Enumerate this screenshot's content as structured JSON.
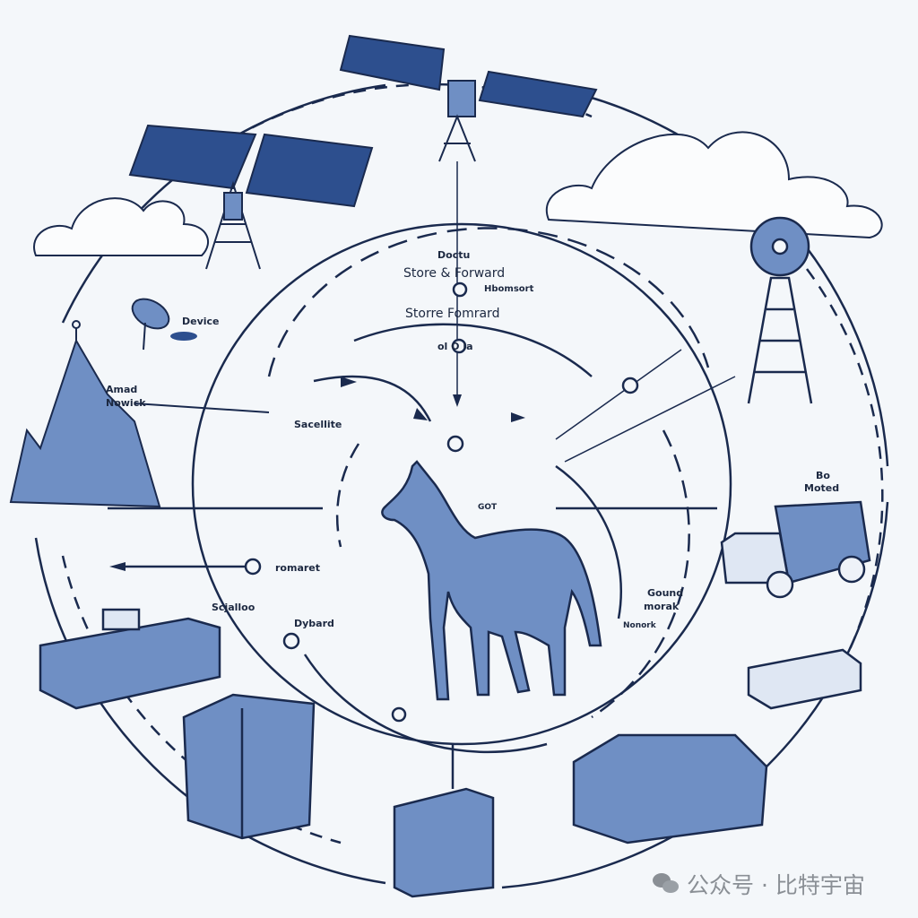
{
  "labels": {
    "doctu": "Doctu",
    "store_forward_1": "Store & Forward",
    "hbomsort": "Hbomsort",
    "store_forward_2": "Storre Fomrard",
    "center_code": "ol O la",
    "device": "Device",
    "amad_network_1": "Amad",
    "amad_network_2": "Nowick",
    "satellite": "Sacellite",
    "romaret": "romaret",
    "scjalloo": "Scjalloo",
    "dybard": "Dybard",
    "got": "GOT",
    "bo_moted_1": "Bo",
    "bo_moted_2": "Moted",
    "ground_network_1": "Gound",
    "ground_network_2": "morak",
    "nonork": "Nonork"
  },
  "watermark": "公众号 · 比特宇宙",
  "colors": {
    "line": "#1a2a4e",
    "fill": "#6f8fc4",
    "background": "#f4f7fa"
  }
}
